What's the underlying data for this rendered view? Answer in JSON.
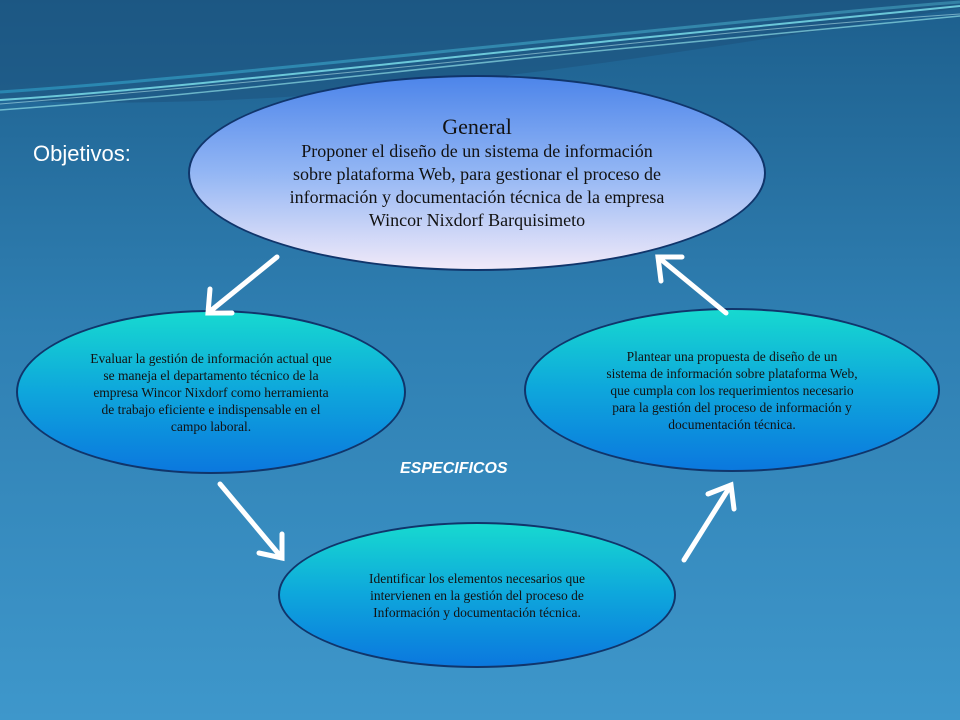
{
  "slide": {
    "objetivos_label": "Objetivos:",
    "especificos_label": "ESPECIFICOS"
  },
  "general": {
    "title": "General",
    "text": "Proponer el diseño de un sistema de información sobre plataforma Web,  para gestionar el proceso de información y documentación técnica de la empresa Wincor Nixdorf Barquisimeto"
  },
  "especificos": {
    "left": "Evaluar la gestión de información actual que se maneja el departamento técnico de la empresa Wincor Nixdorf como herramienta de trabajo eficiente e indispensable en el campo laboral.",
    "right": "Plantear una propuesta de diseño de un sistema de información sobre plataforma Web,  que cumpla con los requerimientos necesario para la gestión del proceso de información y documentación técnica.",
    "bottom": "Identificar los elementos necesarios que intervienen en la gestión del proceso de Información y documentación técnica."
  },
  "colors": {
    "general_fill_top": "#4d85ea",
    "general_fill_bottom": "#f0e9f9",
    "spec_fill_top": "#17d9d0",
    "spec_fill_bottom": "#0b78de",
    "outline": "#10356b",
    "arrow": "#ffffff"
  }
}
